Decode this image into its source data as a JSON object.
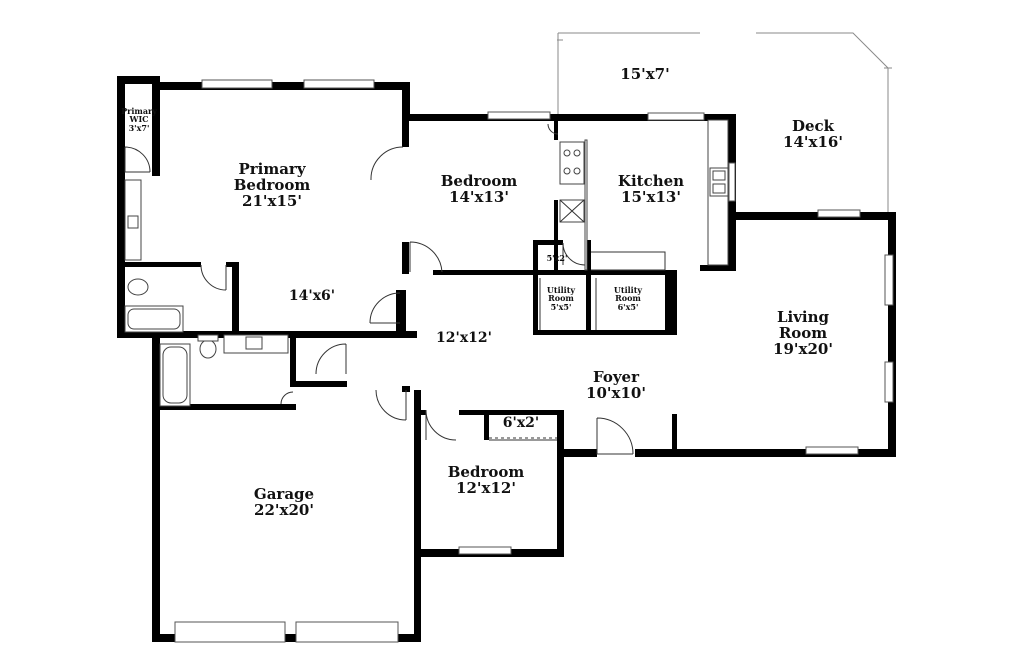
{
  "rooms": {
    "primary_wic": {
      "name": "Primary WIC",
      "name_line1": "Primary",
      "name_line2": "WIC",
      "dims": "3'x7'"
    },
    "primary_bedroom": {
      "name_line1": "Primary",
      "name_line2": "Bedroom",
      "dims": "21'x15'"
    },
    "bedroom_top": {
      "name": "Bedroom",
      "dims": "14'x13'"
    },
    "kitchen": {
      "name": "Kitchen",
      "dims": "15'x13'"
    },
    "deck_area": {
      "dims": "15'x7'"
    },
    "deck": {
      "name": "Deck",
      "dims": "14'x16'"
    },
    "hall_upper": {
      "dims": "14'x6'"
    },
    "closet_small": {
      "dims": "5'x2'"
    },
    "utility_room_1": {
      "name_line1": "Utility",
      "name_line2": "Room",
      "dims": "5'x5'"
    },
    "utility_room_2": {
      "name_line1": "Utility",
      "name_line2": "Room",
      "dims": "6'x5'"
    },
    "hall_center": {
      "dims": "12'x12'"
    },
    "living_room": {
      "name_line1": "Living",
      "name_line2": "Room",
      "dims": "19'x20'"
    },
    "foyer": {
      "name": "Foyer",
      "dims": "10'x10'"
    },
    "closet_bedroom": {
      "dims": "6'x2'"
    },
    "bedroom_bottom": {
      "name": "Bedroom",
      "dims": "12'x12'"
    },
    "garage": {
      "name": "Garage",
      "dims": "22'x20'"
    }
  },
  "colors": {
    "wall": "#000000",
    "background": "#ffffff",
    "fixture": "#444444"
  }
}
